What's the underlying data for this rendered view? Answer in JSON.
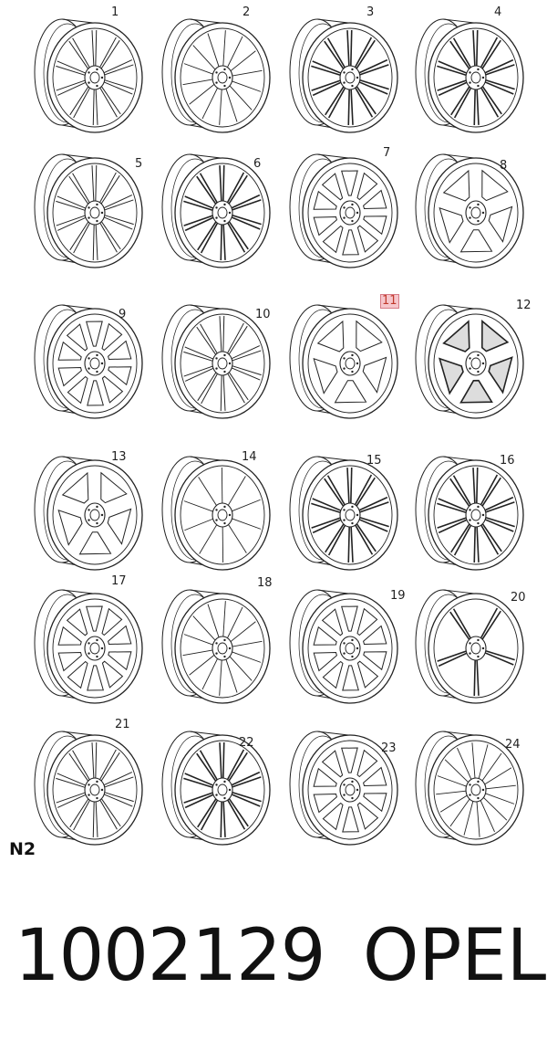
{
  "section_label": "N2",
  "part_number": "1002129",
  "brand": "OPEL",
  "highlight_color": "#f6c6cc",
  "wheels": [
    {
      "number": "1",
      "spokes": 10,
      "style": "twin",
      "dark": false
    },
    {
      "number": "2",
      "spokes": 14,
      "style": "multi",
      "dark": false
    },
    {
      "number": "3",
      "spokes": 10,
      "style": "twin",
      "dark": true
    },
    {
      "number": "4",
      "spokes": 10,
      "style": "twin",
      "dark": true
    },
    {
      "number": "5",
      "spokes": 10,
      "style": "twin",
      "dark": false
    },
    {
      "number": "6",
      "spokes": 10,
      "style": "twin",
      "dark": true
    },
    {
      "number": "7",
      "spokes": 10,
      "style": "window",
      "dark": false
    },
    {
      "number": "8",
      "spokes": 5,
      "style": "window",
      "dark": false
    },
    {
      "number": "9",
      "spokes": 10,
      "style": "window",
      "dark": false
    },
    {
      "number": "10",
      "spokes": 10,
      "style": "twin",
      "dark": false
    },
    {
      "number": "11",
      "spokes": 5,
      "style": "window",
      "dark": false,
      "highlight": true
    },
    {
      "number": "12",
      "spokes": 5,
      "style": "window",
      "dark": true
    },
    {
      "number": "13",
      "spokes": 5,
      "style": "window",
      "dark": false
    },
    {
      "number": "14",
      "spokes": 10,
      "style": "multi",
      "dark": false
    },
    {
      "number": "15",
      "spokes": 10,
      "style": "twin",
      "dark": true
    },
    {
      "number": "16",
      "spokes": 10,
      "style": "twin",
      "dark": true
    },
    {
      "number": "17",
      "spokes": 10,
      "style": "window",
      "dark": false
    },
    {
      "number": "18",
      "spokes": 14,
      "style": "multi",
      "dark": false
    },
    {
      "number": "19",
      "spokes": 10,
      "style": "window",
      "dark": false
    },
    {
      "number": "20",
      "spokes": 5,
      "style": "twin",
      "dark": true
    },
    {
      "number": "21",
      "spokes": 10,
      "style": "twin",
      "dark": false
    },
    {
      "number": "22",
      "spokes": 10,
      "style": "twin",
      "dark": true
    },
    {
      "number": "23",
      "spokes": 10,
      "style": "window",
      "dark": false
    },
    {
      "number": "24",
      "spokes": 16,
      "style": "multi",
      "dark": false
    }
  ]
}
